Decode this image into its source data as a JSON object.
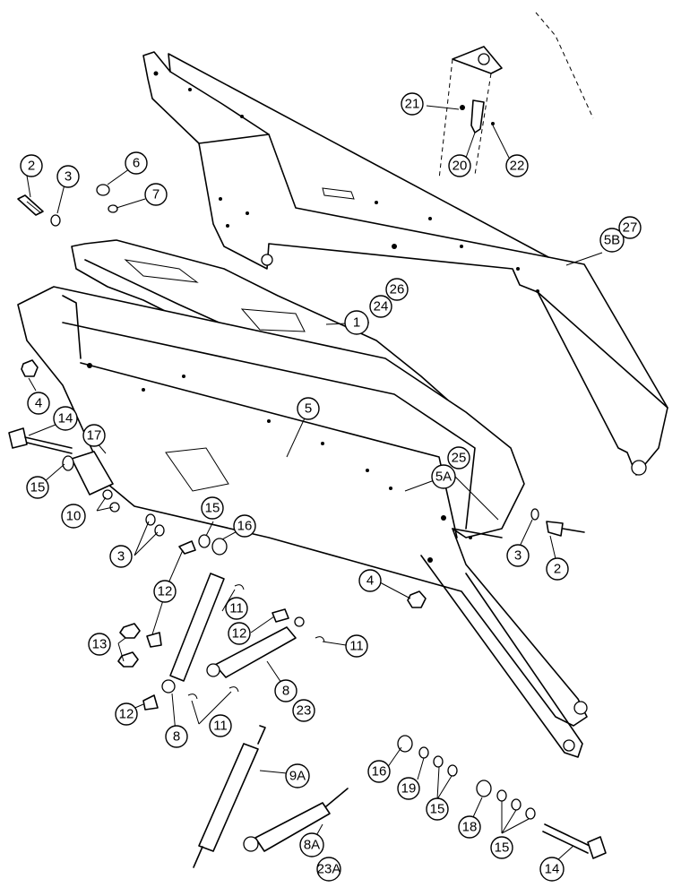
{
  "callouts": {
    "c1": "1",
    "c2a": "2",
    "c2b": "2",
    "c3a": "3",
    "c3b": "3",
    "c3c": "3",
    "c4a": "4",
    "c4b": "4",
    "c5": "5",
    "c5a": "5A",
    "c5b": "5B",
    "c6": "6",
    "c7": "7",
    "c8a": "8",
    "c8b": "8",
    "c8A": "8A",
    "c9A": "9A",
    "c10": "10",
    "c11a": "11",
    "c11b": "11",
    "c11c": "11",
    "c12a": "12",
    "c12b": "12",
    "c12c": "12",
    "c13": "13",
    "c14a": "14",
    "c14b": "14",
    "c15a": "15",
    "c15b": "15",
    "c15c": "15",
    "c15d": "15",
    "c16a": "16",
    "c16b": "16",
    "c17": "17",
    "c18": "18",
    "c19": "19",
    "c20": "20",
    "c21": "21",
    "c22": "22",
    "c23a": "23",
    "c23A": "23A",
    "c24": "24",
    "c25": "25",
    "c26": "26",
    "c27": "27"
  }
}
